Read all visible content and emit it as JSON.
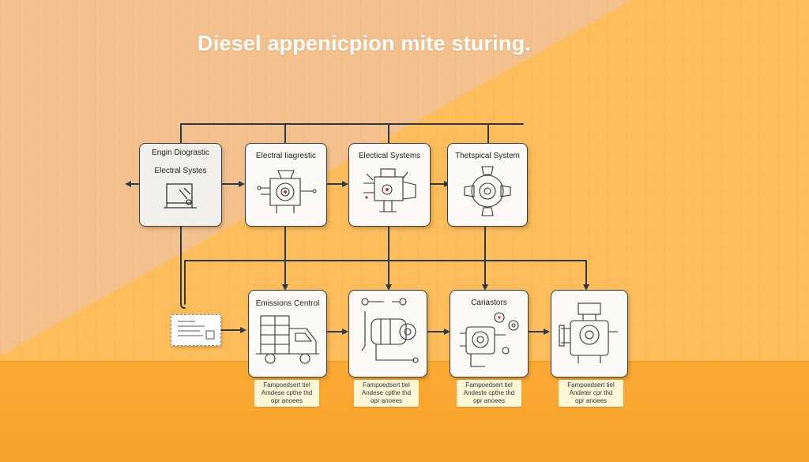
{
  "title": "Diesel appenicpion mite sturing.",
  "colors": {
    "bg_light": "#f6c98e",
    "bg_mid": "#fcbd5a",
    "floor": "#f8a52e",
    "line": "#2a3a4e",
    "box_fill": "#fbfaf7"
  },
  "top_row": [
    {
      "label_1": "Engin Diograstic",
      "label_2": "Electral Systes",
      "icon": "laptop-icon"
    },
    {
      "label_1": "Electral Iiagrestic",
      "icon": "engine-module-icon"
    },
    {
      "label_1": "Electical Systems",
      "icon": "fuel-pump-icon"
    },
    {
      "label_1": "Thetspical System",
      "icon": "turbo-gear-icon"
    }
  ],
  "bottom_row": [
    {
      "label_1": "Emissions Centrol",
      "icon": "truck-icon",
      "note": [
        "Fampoedsert tiel",
        "Amdese cpthe thd",
        "opr anoees"
      ]
    },
    {
      "label_1": "",
      "icon": "filter-canister-icon",
      "note": [
        "Fampoedsert tiel",
        "Andese cpthe thd",
        "opr anoees"
      ]
    },
    {
      "label_1": "Cariastors",
      "icon": "gear-assembly-icon",
      "note": [
        "Fampoedsert tiel",
        "Andeste cpthe thd",
        "opr anoees"
      ]
    },
    {
      "label_1": "",
      "icon": "control-unit-icon",
      "note": [
        "Fampoedsert tiel",
        "Andeter cpr thd",
        "opr anoees"
      ]
    }
  ]
}
